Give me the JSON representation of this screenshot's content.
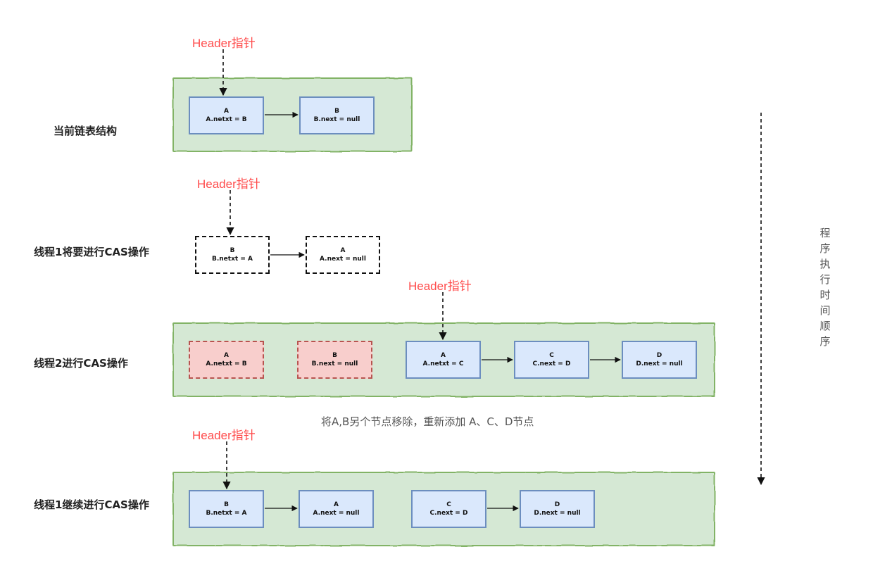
{
  "pointer_label": "Header指针",
  "rows": {
    "r1": "当前链表结构",
    "r2": "线程1将要进行CAS操作",
    "r3": "线程2进行CAS操作",
    "r4": "线程1继续进行CAS操作"
  },
  "nodes": {
    "r1a": {
      "name": "A",
      "val": "A.netxt = B"
    },
    "r1b": {
      "name": "B",
      "val": "B.next = null"
    },
    "r2b": {
      "name": "B",
      "val": "B.netxt = A"
    },
    "r2a": {
      "name": "A",
      "val": "A.next = null"
    },
    "r3a_old": {
      "name": "A",
      "val": "A.netxt = B"
    },
    "r3b_old": {
      "name": "B",
      "val": "B.next = null"
    },
    "r3a": {
      "name": "A",
      "val": "A.netxt = C"
    },
    "r3c": {
      "name": "C",
      "val": "C.next = D"
    },
    "r3d": {
      "name": "D",
      "val": "D.next = null"
    },
    "r4b": {
      "name": "B",
      "val": "B.netxt = A"
    },
    "r4a": {
      "name": "A",
      "val": "A.next = null"
    },
    "r4c": {
      "name": "C",
      "val": "C.next = D"
    },
    "r4d": {
      "name": "D",
      "val": "D.next = null"
    }
  },
  "note": "将A,B另个节点移除，重新添加 A、C、D节点",
  "timeline_label": [
    "程",
    "序",
    "执",
    "行",
    "时",
    "间",
    "顺",
    "序"
  ]
}
